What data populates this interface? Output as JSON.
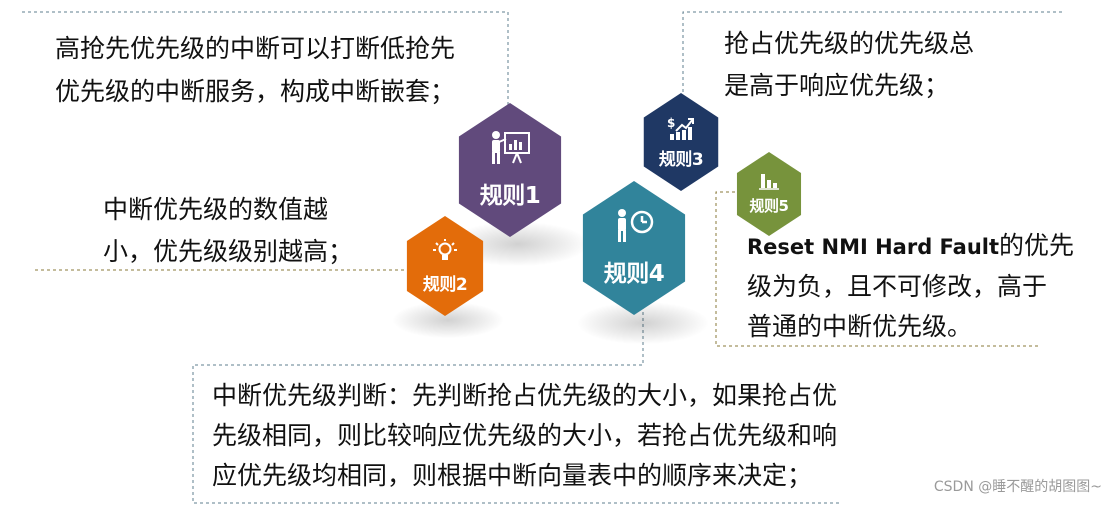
{
  "rules": {
    "r1": {
      "label": "规则1",
      "color": "#614a7c",
      "icon": "presentation-icon"
    },
    "r2": {
      "label": "规则2",
      "color": "#e36c0a",
      "icon": "lightbulb-icon"
    },
    "r3": {
      "label": "规则3",
      "color": "#1f3864",
      "icon": "growth-chart-icon"
    },
    "r4": {
      "label": "规则4",
      "color": "#31849b",
      "icon": "person-clock-icon"
    },
    "r5": {
      "label": "规则5",
      "color": "#77933c",
      "icon": "bar-chart-icon"
    }
  },
  "texts": {
    "rule1": {
      "line1": "高抢先优先级的中断可以打断低抢先",
      "line2": "优先级的中断服务，构成中断嵌套；"
    },
    "rule2": {
      "line1": "中断优先级的数值越",
      "line2": "小，优先级级别越高；"
    },
    "rule3": {
      "line1": "抢占优先级的优先级总",
      "line2": "是高于响应优先级；"
    },
    "rule5": {
      "bold": "Reset NMI Hard Fault",
      "line1_rest": "的优先",
      "line2": "级为负，且不可修改，高于",
      "line3": "普通的中断优先级。"
    },
    "rule4": {
      "line1": "中断优先级判断：先判断抢占优先级的大小，如果抢占优",
      "line2": "先级相同，则比较响应优先级的大小，若抢占优先级和响",
      "line3": "应优先级均相同，则根据中断向量表中的顺序来决定；"
    }
  },
  "watermark": "CSDN @睡不醒的胡图图~"
}
